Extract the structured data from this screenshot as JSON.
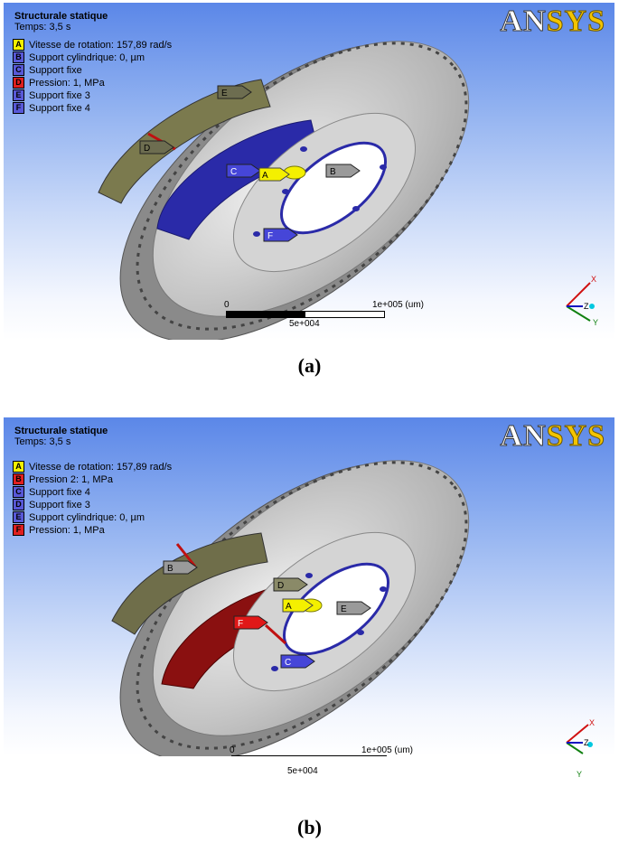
{
  "panel_a": {
    "title": "Structurale statique",
    "time": "Temps: 3,5 s",
    "logo_an": "AN",
    "logo_sys": "SYS",
    "legend": [
      {
        "key": "A",
        "label": "Vitesse de rotation: 157,89 rad/s",
        "color": "#f4f000"
      },
      {
        "key": "B",
        "label": "Support cylindrique: 0, µm",
        "color": "#5858d8"
      },
      {
        "key": "C",
        "label": "Support fixe",
        "color": "#5858d8"
      },
      {
        "key": "D",
        "label": "Pression: 1, MPa",
        "color": "#e02020"
      },
      {
        "key": "E",
        "label": "Support fixe 3",
        "color": "#5858d8"
      },
      {
        "key": "F",
        "label": "Support fixe 4",
        "color": "#5858d8"
      }
    ],
    "tags": {
      "a": "A",
      "b": "B",
      "c": "C",
      "d": "D",
      "e": "E",
      "f": "F"
    },
    "scale": {
      "zero": "0",
      "max": "1e+005 (um)",
      "mid": "5e+004"
    },
    "triad": {
      "x": "X",
      "y": "Y",
      "z": "Z"
    }
  },
  "panel_b": {
    "title": "Structurale statique",
    "time": "Temps: 3,5 s",
    "logo_an": "AN",
    "logo_sys": "SYS",
    "legend": [
      {
        "key": "A",
        "label": "Vitesse de rotation: 157,89 rad/s",
        "color": "#f4f000"
      },
      {
        "key": "B",
        "label": "Pression 2: 1, MPa",
        "color": "#e02020"
      },
      {
        "key": "C",
        "label": "Support fixe 4",
        "color": "#5858d8"
      },
      {
        "key": "D",
        "label": "Support fixe 3",
        "color": "#5858d8"
      },
      {
        "key": "E",
        "label": "Support cylindrique: 0, µm",
        "color": "#5858d8"
      },
      {
        "key": "F",
        "label": "Pression: 1, MPa",
        "color": "#e02020"
      }
    ],
    "tags": {
      "a": "A",
      "b": "B",
      "c": "C",
      "d": "D",
      "e": "E",
      "f": "F"
    },
    "scale": {
      "zero": "0",
      "max": "1e+005 (um)",
      "mid": "5e+004"
    },
    "triad": {
      "x": "X",
      "y": "Y",
      "z": "Z"
    }
  },
  "captions": {
    "a": "(a)",
    "b": "(b)"
  }
}
